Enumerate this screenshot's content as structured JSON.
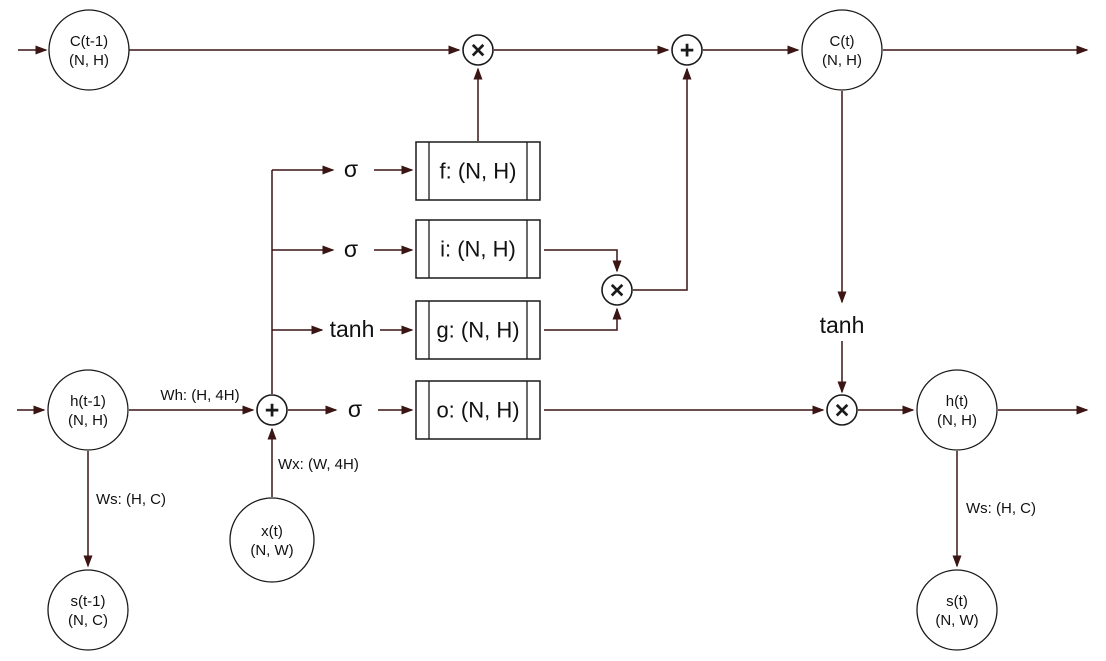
{
  "diagram": {
    "kind": "LSTM cell dataflow diagram",
    "colors": {
      "edge": "#3b1414",
      "shape_stroke": "#1a1a1a",
      "text": "#111111",
      "background": "#ffffff"
    }
  },
  "nodes": {
    "c_prev": {
      "name": "C(t-1)",
      "shape": "(N, H)"
    },
    "h_prev": {
      "name": "h(t-1)",
      "shape": "(N, H)"
    },
    "s_prev": {
      "name": "s(t-1)",
      "shape": "(N, C)"
    },
    "x_t": {
      "name": "x(t)",
      "shape": "(N, W)"
    },
    "c_t": {
      "name": "C(t)",
      "shape": "(N, H)"
    },
    "h_t": {
      "name": "h(t)",
      "shape": "(N, H)"
    },
    "s_t": {
      "name": "s(t)",
      "shape": "(N, W)"
    }
  },
  "gates": {
    "f": "f: (N, H)",
    "i": "i: (N, H)",
    "g": "g: (N, H)",
    "o": "o: (N, H)"
  },
  "activations": {
    "sigma_f": "σ",
    "sigma_i": "σ",
    "tanh_g": "tanh",
    "sigma_o": "σ",
    "tanh_c": "tanh"
  },
  "operators": {
    "multiply": "×",
    "add": "+"
  },
  "edge_labels": {
    "wh": "Wh: (H, 4H)",
    "wx": "Wx: (W, 4H)",
    "ws_left": "Ws: (H, C)",
    "ws_right": "Ws: (H, C)"
  }
}
